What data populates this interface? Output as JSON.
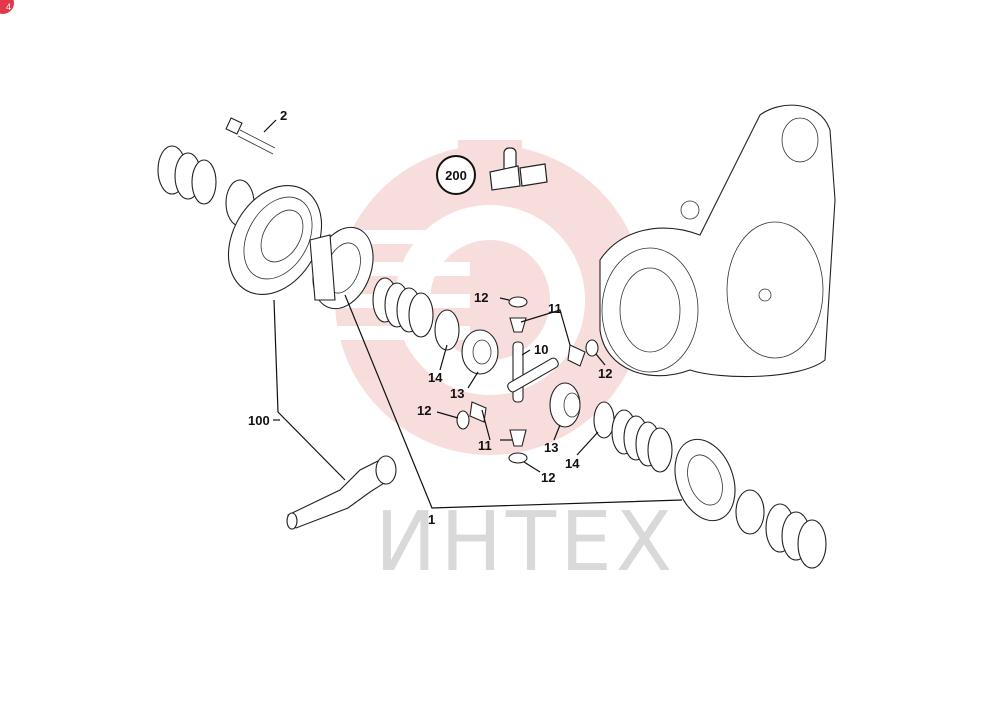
{
  "corner_badge": "4",
  "watermark": {
    "text": "ИНТЕХ",
    "color": "#f2b8b8"
  },
  "badge_200": "200",
  "callouts": {
    "c1": "1",
    "c2": "2",
    "c10": "10",
    "c11a": "11",
    "c11b": "11",
    "c12a": "12",
    "c12b": "12",
    "c12c": "12",
    "c12d": "12",
    "c13a": "13",
    "c13b": "13",
    "c14a": "14",
    "c14b": "14",
    "c100": "100"
  }
}
